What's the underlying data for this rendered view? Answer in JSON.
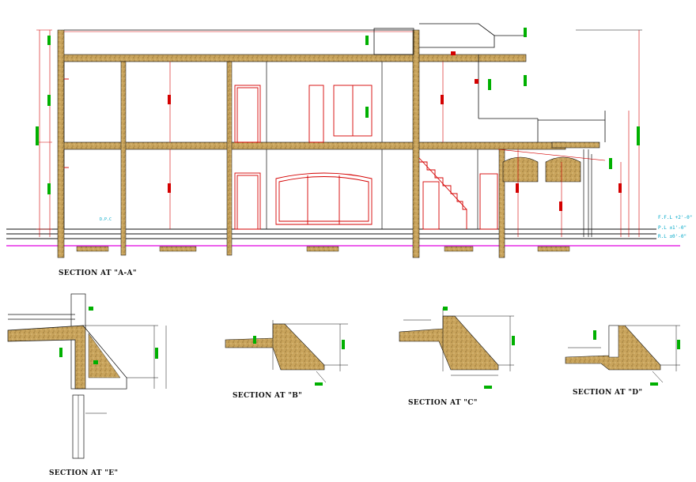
{
  "section_titles": {
    "a": "SECTION AT \"A-A\"",
    "b": "SECTION AT \"B\"",
    "c": "SECTION AT \"C\"",
    "d": "SECTION AT \"D\"",
    "e": "SECTION AT \"E\""
  },
  "level_labels": {
    "ffl": "F.F.L +2'-0\"",
    "pl": "P.L ±1'-0\"",
    "rl": "R.L ±0'-0\""
  },
  "dpc_label": "D.P.C",
  "colors": {
    "wall_line": "#111111",
    "dimension": "#d40000",
    "dim_text": "#00b000",
    "slab_fill": "#c9a45c",
    "level": "#00a8c8",
    "ground": "#e000e0"
  }
}
